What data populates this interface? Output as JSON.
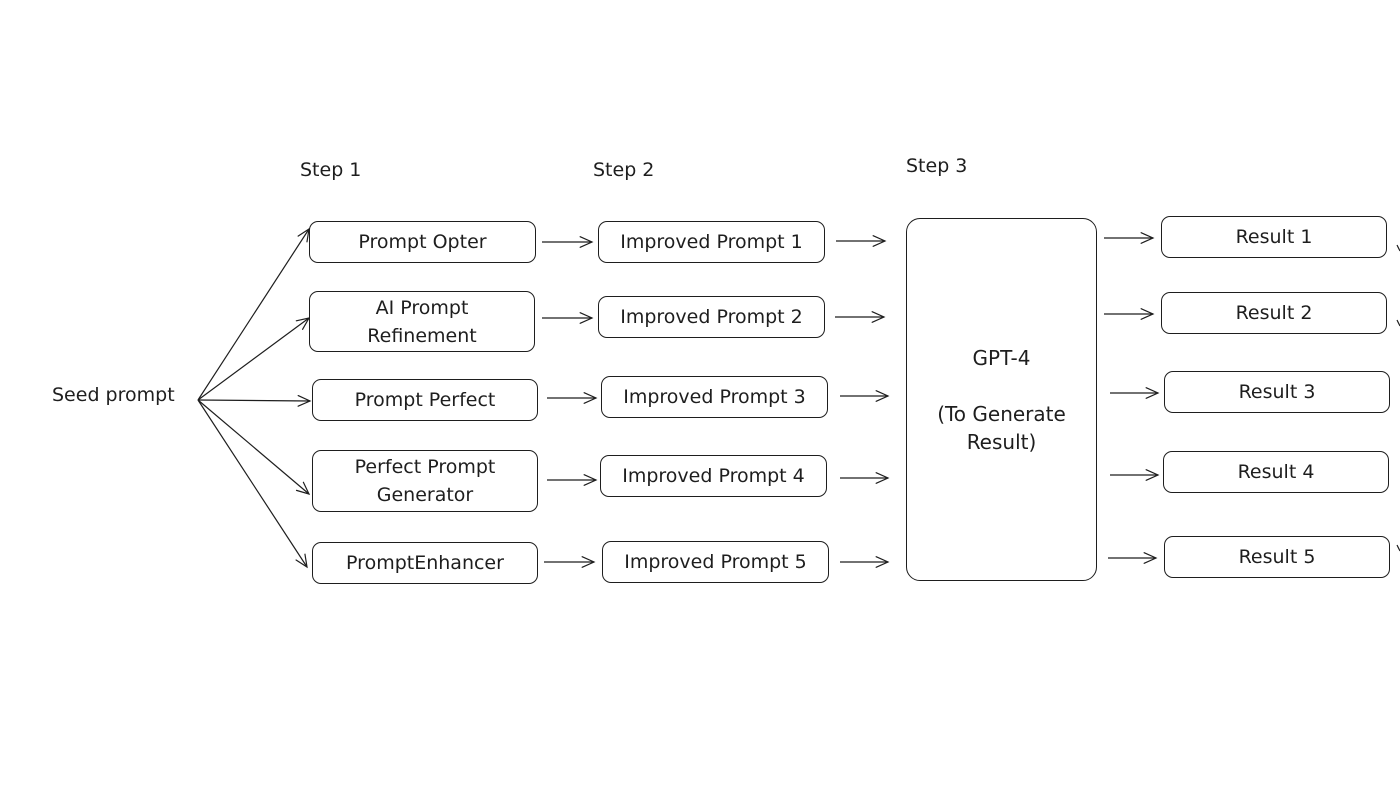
{
  "seed": "Seed prompt",
  "steps": [
    "Step 1",
    "Step 2",
    "Step 3"
  ],
  "tools": [
    "Prompt Opter",
    "AI Prompt Refinement",
    "Prompt Perfect",
    "Perfect Prompt Generator",
    "PromptEnhancer"
  ],
  "improved": [
    "Improved Prompt 1",
    "Improved Prompt 2",
    "Improved Prompt 3",
    "Improved Prompt 4",
    "Improved Prompt 5"
  ],
  "model": {
    "name": "GPT-4",
    "desc": "(To Generate Result)"
  },
  "results": [
    "Result 1",
    "Result 2",
    "Result 3",
    "Result 4",
    "Result 5"
  ],
  "stroke": "#1e1e1e"
}
